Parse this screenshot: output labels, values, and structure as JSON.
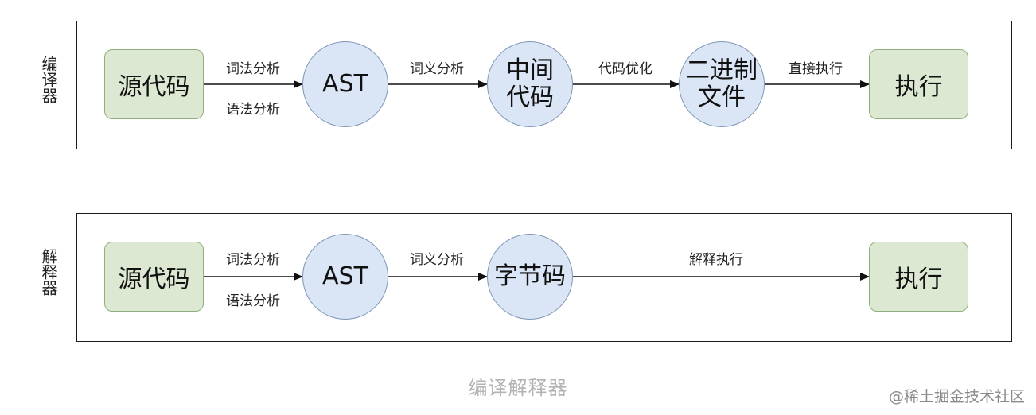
{
  "colors": {
    "box_fill": "#dce8d2",
    "box_border": "#8fb07c",
    "circle_fill": "#dae5f5",
    "circle_border": "#7f96b8",
    "caption": "#b3b3b3"
  },
  "compiler": {
    "side_label": "编译器",
    "nodes": {
      "source": "源代码",
      "ast": "AST",
      "ir": "中间\n代码",
      "binary": "二进制\n文件",
      "exec": "执行"
    },
    "edges": {
      "lex": "词法分析",
      "syntax": "语法分析",
      "semantic": "词义分析",
      "optimize": "代码优化",
      "direct": "直接执行"
    }
  },
  "interpreter": {
    "side_label": "解释器",
    "nodes": {
      "source": "源代码",
      "ast": "AST",
      "bytecode": "字节码",
      "exec": "执行"
    },
    "edges": {
      "lex": "词法分析",
      "syntax": "语法分析",
      "semantic": "词义分析",
      "interpret": "解释执行"
    }
  },
  "caption": "编译解释器",
  "watermark": "@稀土掘金技术社区"
}
